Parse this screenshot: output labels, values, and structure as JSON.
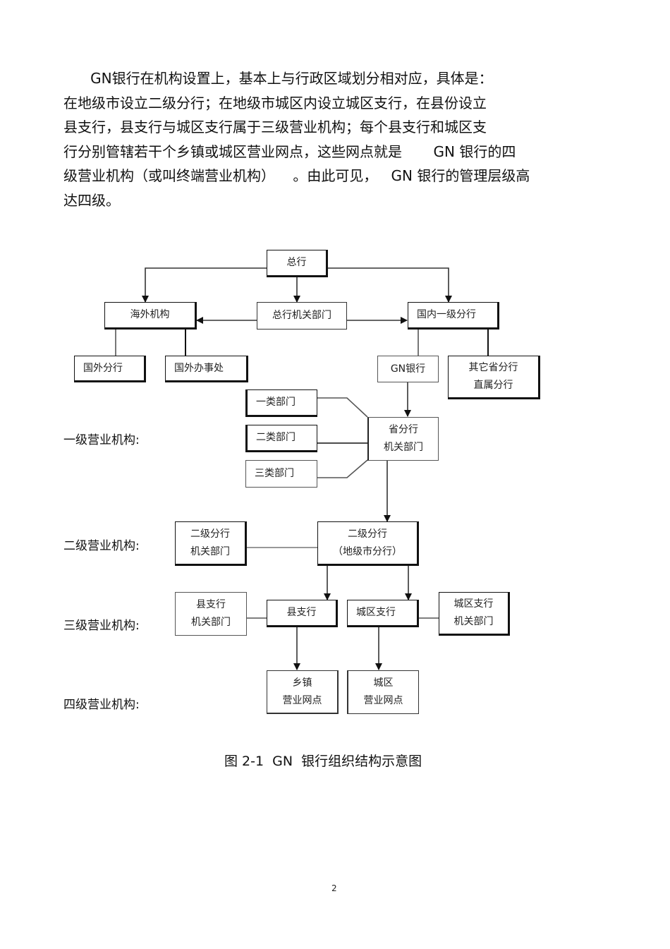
{
  "paragraph": {
    "lines": [
      "      GN银行在机构设置上，基本上与行政区域划分相对应，具体是：",
      "在地级市设立二级分行；在地级市城区内设立城区支行，在县份设立",
      "县支行，县支行与城区支行属于三级营业机构；每个县支行和城区支",
      "行分别管辖若干个乡镇或城区营业网点，这些网点就是       GN 银行的四",
      "级营业机构（或叫终端营业机构）    。由此可见，   GN 银行的管理层级高",
      "达四级。"
    ]
  },
  "diagram": {
    "level_labels": {
      "level1": "一级营业机构:",
      "level2": "二级营业机构:",
      "level3": "三级营业机构:",
      "level4": "四级营业机构:"
    },
    "nodes": {
      "head_office": [
        "总行"
      ],
      "overseas": [
        "海外机构"
      ],
      "head_office_depts": [
        "总行机关部门"
      ],
      "domestic_tier1": [
        "国内一级分行"
      ],
      "foreign_branch": [
        "国外分行"
      ],
      "foreign_office": [
        "国外办事处"
      ],
      "gn_bank": [
        "GN银行"
      ],
      "other_provincial": [
        "其它省分行",
        "直属分行"
      ],
      "dept_class1": [
        "一类部门"
      ],
      "dept_class2": [
        "二类部门"
      ],
      "dept_class3": [
        "三类部门"
      ],
      "provincial_depts": [
        "省分行",
        "机关部门"
      ],
      "tier2_depts": [
        "二级分行",
        "机关部门"
      ],
      "tier2_branch": [
        "二级分行",
        "（地级市分行）"
      ],
      "county_depts": [
        "县支行",
        "机关部门"
      ],
      "county_branch": [
        "县支行"
      ],
      "urban_branch": [
        "城区支行"
      ],
      "urban_depts": [
        "城区支行",
        "机关部门"
      ],
      "town_outlets": [
        "乡镇",
        "营业网点"
      ],
      "urban_outlets": [
        "城区",
        "营业网点"
      ]
    }
  },
  "caption": "图 2-1  GN  银行组织结构示意图",
  "page_number": "2"
}
